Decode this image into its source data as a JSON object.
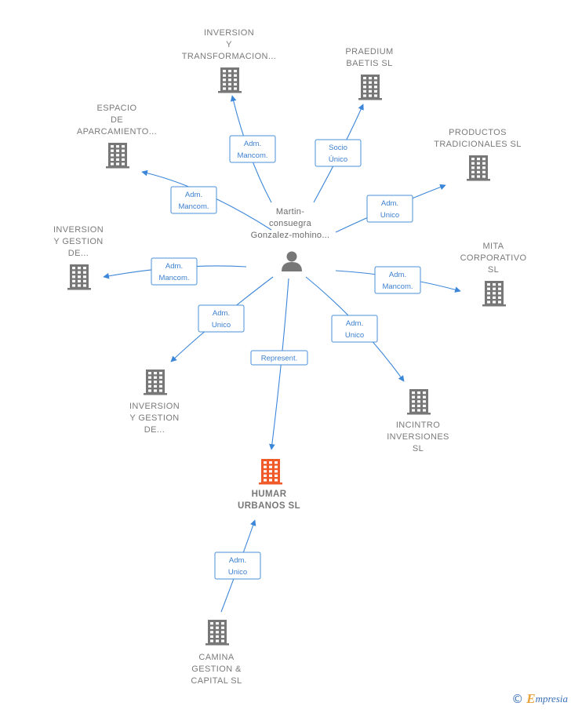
{
  "colors": {
    "edge": "#3b86d9",
    "company": "#777777",
    "main_company": "#f05a28",
    "person": "#777777",
    "label_text": "#3b7fd0"
  },
  "person": {
    "icon": "person-icon",
    "label_lines": [
      "Martin-",
      "consuegra",
      "Gonzalez-mohino..."
    ]
  },
  "nodes": [
    {
      "id": "inversion-transformacion",
      "icon": "building-icon",
      "label_lines": [
        "INVERSION",
        "Y",
        "TRANSFORMACION..."
      ]
    },
    {
      "id": "praedium-baetis",
      "icon": "building-icon",
      "label_lines": [
        "PRAEDIUM",
        "BAETIS  SL"
      ]
    },
    {
      "id": "espacio-aparcamiento",
      "icon": "building-icon",
      "label_lines": [
        "ESPACIO",
        "DE",
        "APARCAMIENTO..."
      ]
    },
    {
      "id": "productos-tradicionales",
      "icon": "building-icon",
      "label_lines": [
        "PRODUCTOS",
        "TRADICIONALES SL"
      ]
    },
    {
      "id": "inversion-gestion-1",
      "icon": "building-icon",
      "label_lines": [
        "INVERSION",
        "Y GESTION",
        "DE..."
      ]
    },
    {
      "id": "mita-corporativo",
      "icon": "building-icon",
      "label_lines": [
        "MITA",
        "CORPORATIVO",
        "SL"
      ]
    },
    {
      "id": "inversion-gestion-2",
      "icon": "building-icon",
      "label_lines": [
        "INVERSION",
        "Y GESTION",
        "DE..."
      ]
    },
    {
      "id": "incintro-inversiones",
      "icon": "building-icon",
      "label_lines": [
        "INCINTRO",
        "INVERSIONES",
        "SL"
      ]
    },
    {
      "id": "humar-urbanos",
      "icon": "building-icon",
      "main": true,
      "label_lines": [
        "HUMAR",
        "URBANOS  SL"
      ]
    },
    {
      "id": "camina-gestion",
      "icon": "building-icon",
      "label_lines": [
        "CAMINA",
        "GESTION &",
        "CAPITAL  SL"
      ]
    }
  ],
  "edges": [
    {
      "target": "inversion-transformacion",
      "label_lines": [
        "Adm.",
        "Mancom."
      ]
    },
    {
      "target": "praedium-baetis",
      "label_lines": [
        "Socio",
        "Único"
      ]
    },
    {
      "target": "espacio-aparcamiento",
      "label_lines": [
        "Adm.",
        "Mancom."
      ]
    },
    {
      "target": "productos-tradicionales",
      "label_lines": [
        "Adm.",
        "Unico"
      ]
    },
    {
      "target": "inversion-gestion-1",
      "label_lines": [
        "Adm.",
        "Mancom."
      ]
    },
    {
      "target": "mita-corporativo",
      "label_lines": [
        "Adm.",
        "Mancom."
      ]
    },
    {
      "target": "inversion-gestion-2",
      "label_lines": [
        "Adm.",
        "Unico"
      ]
    },
    {
      "target": "incintro-inversiones",
      "label_lines": [
        "Adm.",
        "Unico"
      ]
    },
    {
      "target": "humar-urbanos",
      "label_lines": [
        "Represent."
      ]
    },
    {
      "source": "camina-gestion",
      "target": "humar-urbanos",
      "label_lines": [
        "Adm.",
        "Unico"
      ]
    }
  ],
  "footer": {
    "copyright": "©",
    "brand_initial": "E",
    "brand_rest": "mpresia"
  }
}
